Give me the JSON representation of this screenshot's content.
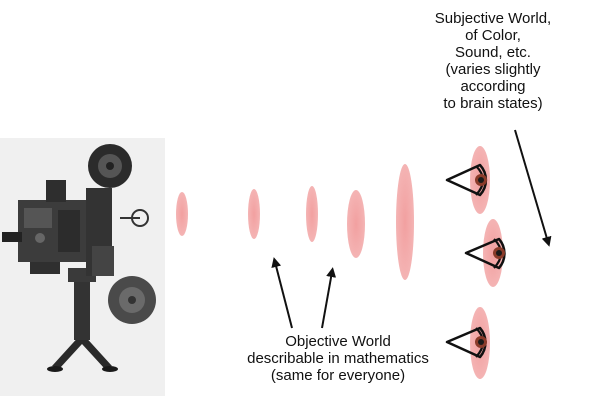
{
  "labels": {
    "subjective": [
      "Subjective World,",
      "of Color,",
      "Sound, etc.",
      "(varies slightly",
      "according",
      "to brain states)"
    ],
    "objective": [
      "Objective World",
      "describable in mathematics",
      "(same for everyone)"
    ]
  },
  "colors": {
    "wave": "#f2a0a0",
    "ink": "#111111",
    "photo_background": "#f0f0f0",
    "projector": "#2a2a2a"
  },
  "icons": {
    "projector": "film-projector-icon",
    "eye": "eye-icon",
    "arrow": "arrow-icon"
  }
}
